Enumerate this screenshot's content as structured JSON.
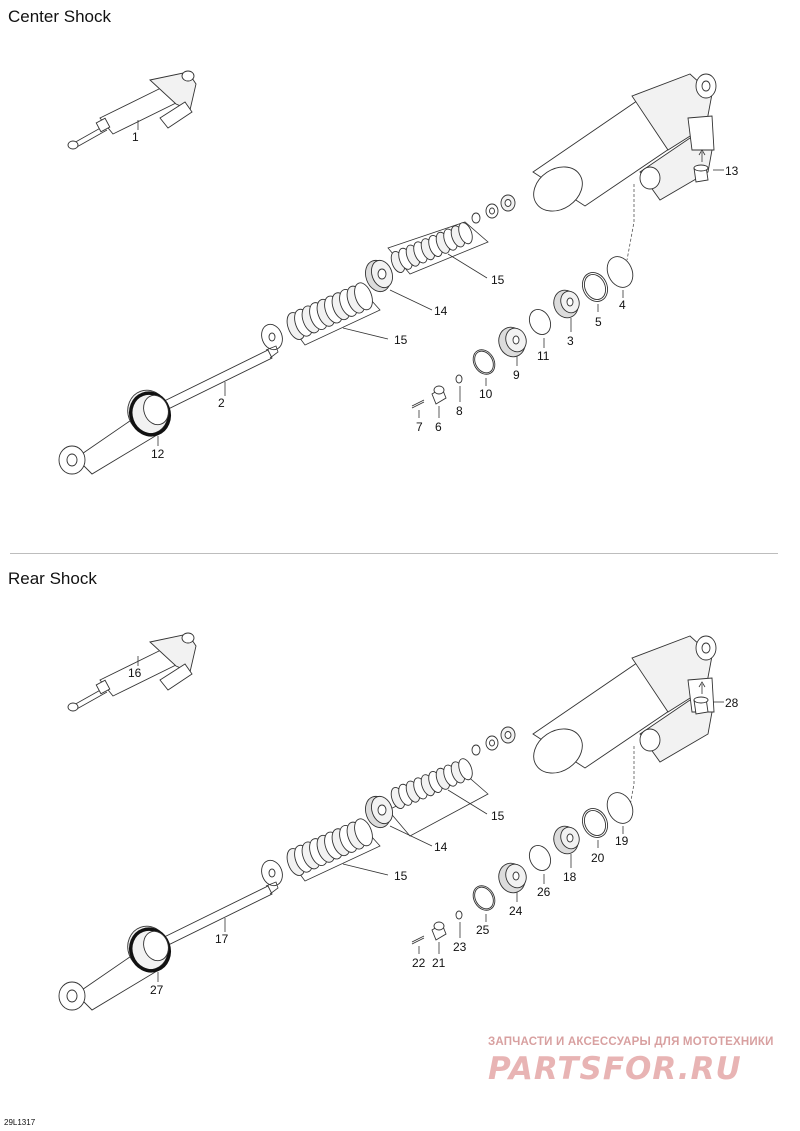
{
  "sections": {
    "center": {
      "title": "Center Shock",
      "labels": {
        "assembly": "1",
        "rod": "2",
        "cap": "3",
        "oring_large": "4",
        "ring": "5",
        "nut": "6",
        "needle": "7",
        "washer_small": "8",
        "piston": "9",
        "snap_ring": "10",
        "disc": "11",
        "bearing": "12",
        "valve": "13",
        "piston_main": "14",
        "shims_upper": "15",
        "shims_lower": "15"
      }
    },
    "rear": {
      "title": "Rear Shock",
      "labels": {
        "assembly": "16",
        "rod": "17",
        "cap": "18",
        "oring_large": "19",
        "ring": "20",
        "nut": "21",
        "needle": "22",
        "washer_small": "23",
        "piston": "24",
        "snap_ring": "25",
        "disc": "26",
        "bearing": "27",
        "valve": "28",
        "piston_main": "14",
        "shims_upper": "15",
        "shims_lower": "15"
      }
    }
  },
  "diagram_code": "29L1317",
  "watermark": {
    "top_text": "ЗАПЧАСТИ И АКСЕССУАРЫ ДЛЯ МОТОТЕХНИКИ",
    "main_text": "PARTSFOR.RU"
  },
  "colors": {
    "ink": "#333333",
    "watermark": "#e8b4b4",
    "divider": "#bdbdbd"
  }
}
